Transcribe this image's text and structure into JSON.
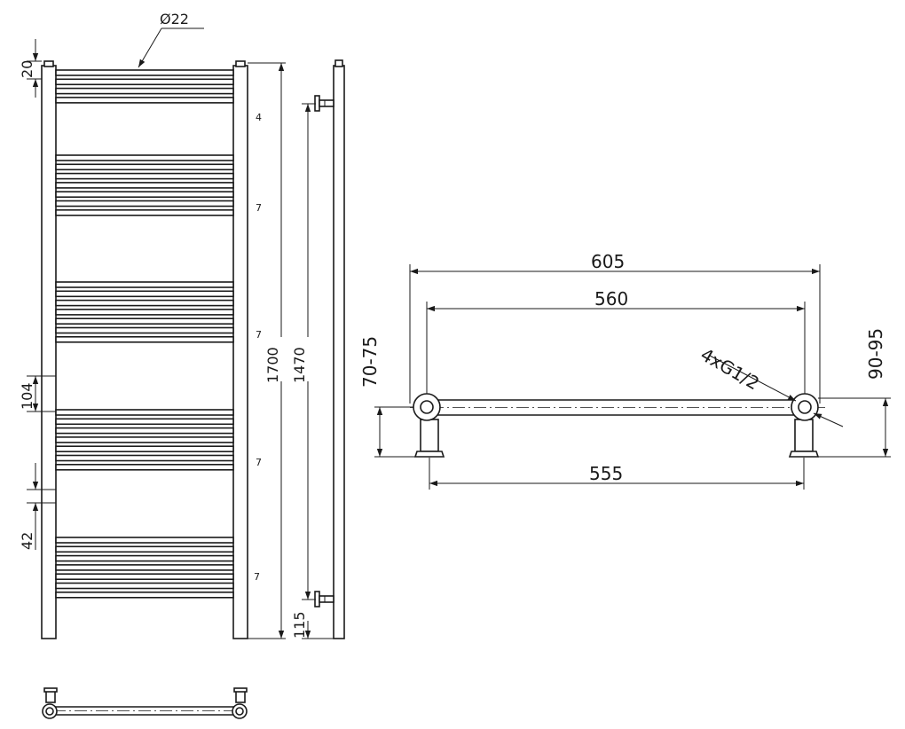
{
  "front_view": {
    "pipe_diameter_label": "Ø22",
    "top_offset_label": "20",
    "group_gap_label": "104",
    "rail_spacing_label": "42",
    "group_counts": [
      "4",
      "7",
      "7",
      "7",
      "7"
    ],
    "total_height_label": "1700",
    "mount_height_label": "1470",
    "bottom_mount_label": "115"
  },
  "top_view": {
    "overall_width_label": "605",
    "axis_distance_label": "560",
    "mount_distance_label": "555",
    "left_depth_label": "70-75",
    "right_depth_label": "90-95",
    "connection_label": "4xG1/2"
  }
}
